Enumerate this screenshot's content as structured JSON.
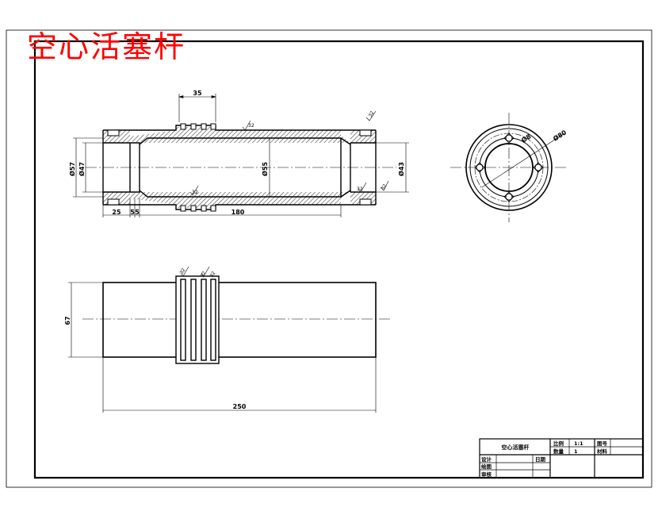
{
  "heading": "空心活塞杆",
  "colors": {
    "line": "#000000",
    "title": "#ff0000",
    "hatch": "#444444",
    "background": "#ffffff"
  },
  "section_view": {
    "dimensions": {
      "groove_span": "35",
      "outer_dia": "Ø57",
      "inner_dia_left": "Ø47",
      "bore_dia": "Ø55",
      "right_dia": "Ø43",
      "len_25": "25",
      "len_5a": "5",
      "len_5b": "5",
      "len_180": "180"
    },
    "finish_marks": [
      "32",
      "32",
      "32",
      "32",
      "32"
    ]
  },
  "end_view": {
    "dimensions": {
      "hole_dia": "Ø8",
      "pcd": "Ø80"
    }
  },
  "side_view": {
    "dimensions": {
      "height": "67",
      "length": "250"
    },
    "finish_marks": [
      "32",
      "32",
      "32"
    ]
  },
  "title_block": {
    "part_name": "空心活塞杆",
    "scale_label": "比例",
    "scale_value": "1:1",
    "qty_label": "数量",
    "qty_value": "1",
    "drawing_no_label": "图号",
    "material_label": "材料",
    "design_label": "设计",
    "date_label": "日期",
    "draw_label": "绘图",
    "review_label": "审核"
  }
}
